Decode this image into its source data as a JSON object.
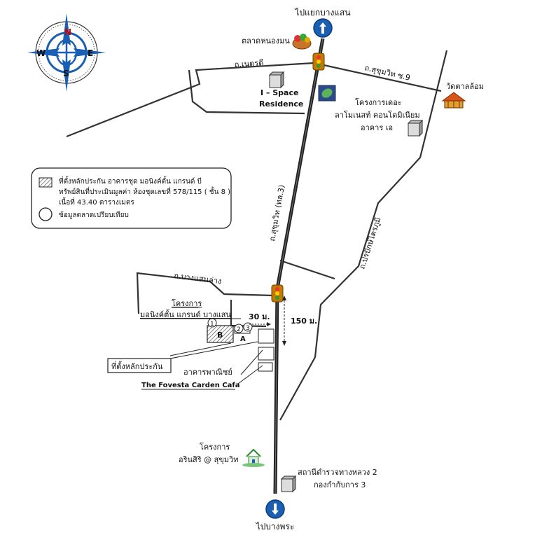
{
  "colors": {
    "road": "#333333",
    "highway": "#222222",
    "signal": "#c47a00",
    "arrow_circle": "#1a5fb4",
    "hatch": "#666666"
  },
  "compass": {
    "n": "N",
    "s": "S",
    "e": "E",
    "w": "W"
  },
  "directions": {
    "north": "ไปแยกบางแสน",
    "south": "ไปบางพระ"
  },
  "roads": {
    "natradee": "ถ.เนตรดี",
    "sukhumvit9": "ถ.สุขุมวิท ซ.9",
    "sukhumvit3": "ถ.สุขุมวิท (ทล.3)",
    "prapantarakun": "ถ.ปรปักษ์ไตรภูมิ",
    "bangsaenlang": "ถ.บางแสนล่าง"
  },
  "places": {
    "market": "ตลาดหนองมน",
    "ispace_line1": "I – Space",
    "ispace_line2": "Residence",
    "temple": "วัดตาลล้อม",
    "project_dcon_line1": "โครงการเดอะ",
    "project_dcon_line2": "ลาโมเนสท์ คอนโดมิเนียม",
    "project_dcon_line3": "อาคาร เอ",
    "project_main_line1": "โครงการ",
    "project_main_line2": "มอนิงค์ตั้น แกรนด์ บางแสน",
    "collateral_box": "ที่ตั้งหลักประกัน",
    "commercial": "อาคารพาณิชย์",
    "cafe": "The Fovesta Carden Cafa",
    "arinsiri_line1": "โครงการ",
    "arinsiri_line2": "อรินสิริ @ สุขุมวิท",
    "highway_police_line1": "สถานีตำรวจทางหลวง 2",
    "highway_police_line2": "กองกำกับการ 3"
  },
  "legend": {
    "line1": "ที่ตั้งหลักประกัน อาคารชุด มอนิงค์ตั้น แกรนด์ บี",
    "line2": "ทรัพย์สินที่ประเมินมูลค่า ห้องชุดเลขที่ 578/115 ( ชั้น 8 )",
    "line3": "เนื้อที่ 43.40 ตารางเมตร",
    "line4": "ข้อมูลตลาดเปรียบเทียบ"
  },
  "distances": {
    "d30": "30 ม.",
    "d150": "150 ม."
  },
  "markers": {
    "m1": "1",
    "m2": "2",
    "m3": "3",
    "bldgA": "A",
    "bldgB": "B"
  }
}
